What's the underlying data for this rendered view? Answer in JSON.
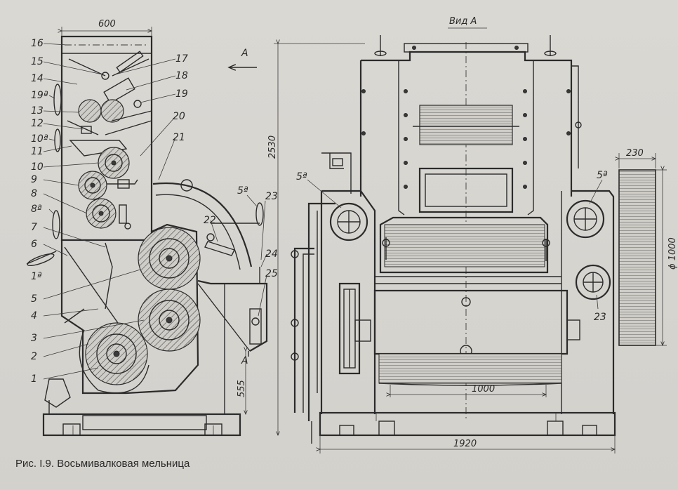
{
  "caption": "Рис. I.9. Восьмивалковая мельница",
  "view_title": "Вид А",
  "arrow_label": "A",
  "section_mark": "A",
  "dimensions": {
    "width_left": "600",
    "height_total": "2530",
    "height_base": "555",
    "roll_length": "1000",
    "width_total": "1920",
    "pulley_width": "230",
    "pulley_diameter": "ϕ 1000"
  },
  "part_labels": [
    "16",
    "15",
    "14",
    "19ª",
    "13",
    "12",
    "10ª",
    "11",
    "10",
    "9",
    "8",
    "8ª",
    "7",
    "6",
    "1ª",
    "5",
    "4",
    "3",
    "2",
    "1",
    "17",
    "18",
    "19",
    "20",
    "21",
    "5ª",
    "22",
    "23",
    "24",
    "25"
  ],
  "right_labels": {
    "left_5a": "5ª",
    "right_5a": "5ª",
    "right_23": "23"
  }
}
